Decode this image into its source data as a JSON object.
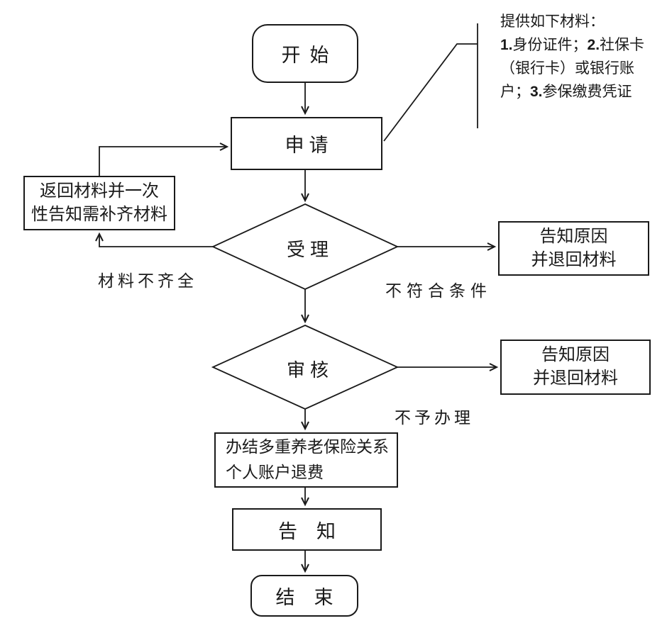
{
  "nodes": {
    "start": {
      "label": "开始"
    },
    "apply": {
      "label": "申请"
    },
    "accept": {
      "label": "受理"
    },
    "review": {
      "label": "审核"
    },
    "process": {
      "line1": "办结多重养老保险关系",
      "line2": "个人账户退费"
    },
    "notify": {
      "label": "告　知"
    },
    "end": {
      "label": "结　束"
    },
    "return_materials": {
      "line1": "返回材料并一次",
      "line2": "性告知需补齐材料"
    },
    "reject_accept": {
      "line1": "告知原因",
      "line2": "并退回材料"
    },
    "reject_review": {
      "line1": "告知原因",
      "line2": "并退回材料"
    }
  },
  "edge_labels": {
    "materials_incomplete": "材料不齐全",
    "not_qualified": "不符合条件",
    "not_processed": "不予办理"
  },
  "annotation": {
    "line1": "提供如下材料：",
    "line2": {
      "num1": "1.",
      "text1": "身份证件；",
      "num2": "2.",
      "text2": "社保卡"
    },
    "line3": "（银行卡）或银行账",
    "line4": {
      "pre": "户；",
      "num3": "3.",
      "text3": "参保缴费凭证"
    }
  },
  "colors": {
    "line": "#1a1a1a",
    "background": "#ffffff",
    "text": "#1a1a1a"
  }
}
